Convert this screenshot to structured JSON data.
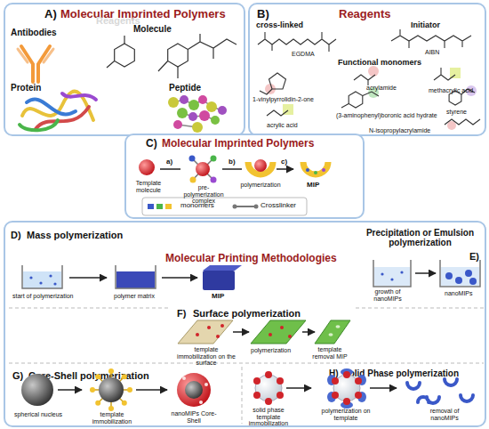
{
  "diagram": {
    "nodes": [
      {
        "text": [
          "A)",
          "Molecular Imprinted Polymers"
        ]
      },
      {
        "text": [
          "B)",
          "Reagents"
        ]
      },
      {
        "text": [
          "C)",
          "Molecular Imprinted Polymers"
        ]
      },
      {
        "text": [
          "Molecular Printing Methodologies"
        ]
      },
      {
        "text": [
          "D)",
          "Mass polymerization"
        ],
        "in": 3
      },
      {
        "text": [
          "Precipitation or Emulsion polymerization",
          "E)"
        ],
        "in": 3
      },
      {
        "text": [
          "F)",
          "Surface polymerization"
        ],
        "in": 3
      },
      {
        "text": [
          "G)",
          "Core-Shell polymerization"
        ],
        "in": 3
      },
      {
        "text": [
          "H)",
          "Solid Phase polymerization"
        ],
        "in": 3
      }
    ],
    "labels": [
      "Reagents",
      "Antibodies",
      "Molecule",
      "Protein",
      "Peptide",
      "cross-linked",
      "EGDMA",
      "Initiator",
      "AIBN",
      "Functional monomers",
      "1-vinylpyrrolidin-2-one",
      "acrylamide",
      "methacrylic acid",
      "acrylic acid",
      "(3-aminophenyl)boronic acid hydrate",
      "styrene",
      "N-isopropylacrylamide",
      "Template molecule",
      "a)",
      "pre-polymerization complex",
      "b)",
      "polymerization",
      "c)",
      "MIP",
      "start of polymerization",
      "polymer matrix",
      "MIP",
      "growth of nanoMIPs",
      "nanoMIPs",
      "template immobilization on the surface",
      "polymerization",
      "template removal MIP",
      "spherical nucleus",
      "template immobilization",
      "nanoMIPs Core-Shell",
      "solid phase template immobilization",
      "polymerization on template",
      "removal of nanoMIPs"
    ],
    "legend": [
      {
        "text": "monomers"
      },
      {
        "text": "Crosslinker"
      }
    ]
  }
}
